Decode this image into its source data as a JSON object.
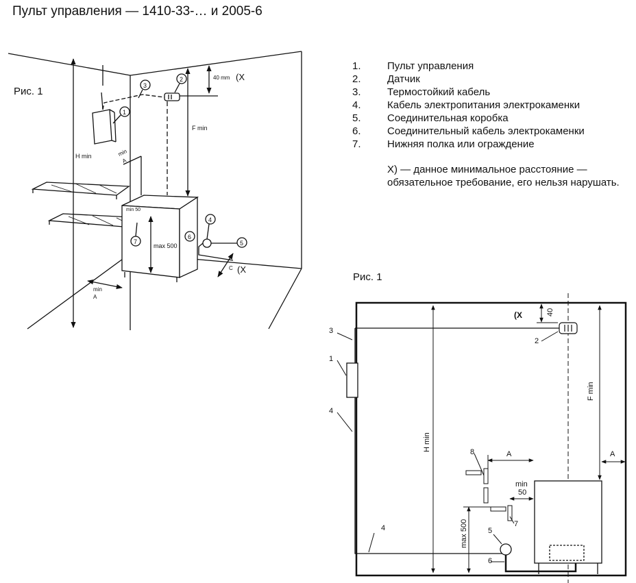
{
  "title": "Пульт управления — 1410-33-… и 2005-6",
  "legend": [
    {
      "num": "1.",
      "text": "Пульт управления"
    },
    {
      "num": "2.",
      "text": "Датчик"
    },
    {
      "num": "3.",
      "text": "Термостойкий кабель"
    },
    {
      "num": "4.",
      "text": "Кабель электропитания электрокаменки"
    },
    {
      "num": "5.",
      "text": "Соединительная коробка"
    },
    {
      "num": "6.",
      "text": "Соединительный кабель электрокаменки"
    },
    {
      "num": "7.",
      "text": "Нижняя полка или ограждение"
    }
  ],
  "note": "X) — данное минимальное расстояние — обязательное требование, его нельзя нарушать.",
  "figure_left": {
    "label": "Рис. 1",
    "dims": {
      "h_min": "H min",
      "f_min": "F min",
      "mm40": "40 mm",
      "x_top": "(X",
      "x_bottom": "(X",
      "min": "min",
      "a": "A",
      "min50": "min 50",
      "max500": "max 500",
      "c": "C"
    },
    "callouts": [
      "1",
      "2",
      "3",
      "4",
      "5",
      "6",
      "7"
    ]
  },
  "figure_right": {
    "label": "Рис. 1",
    "dims": {
      "x": "(X",
      "d40": "40",
      "f_min": "F min",
      "h_min": "H min",
      "a": "A",
      "a2": "A",
      "min": "min",
      "d50": "50",
      "max500": "max 500"
    },
    "callouts": [
      "1",
      "2",
      "3",
      "4",
      "4",
      "5",
      "6",
      "7",
      "8"
    ]
  }
}
